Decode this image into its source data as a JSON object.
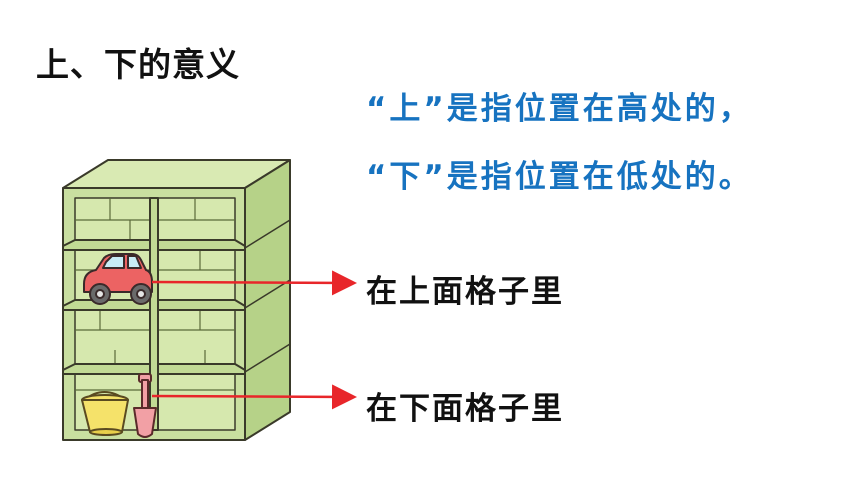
{
  "heading": "上、下的意义",
  "definitions": {
    "upper": "“上”是指位置在高处的，",
    "lower": "“下”是指位置在低处的。"
  },
  "labels": {
    "upper_compartment": "在上面格子里",
    "lower_compartment": "在下面格子里"
  },
  "colors": {
    "definition_text": "#1773c0",
    "arrow": "#e8262a",
    "shelf_fill": "#c9dfa0",
    "car_body": "#ec6363",
    "bucket": "#f5e26a",
    "shovel": "#f2a0a5"
  },
  "icons": {
    "car": "toy-car-icon",
    "bucket": "bucket-icon",
    "shovel": "shovel-icon"
  }
}
